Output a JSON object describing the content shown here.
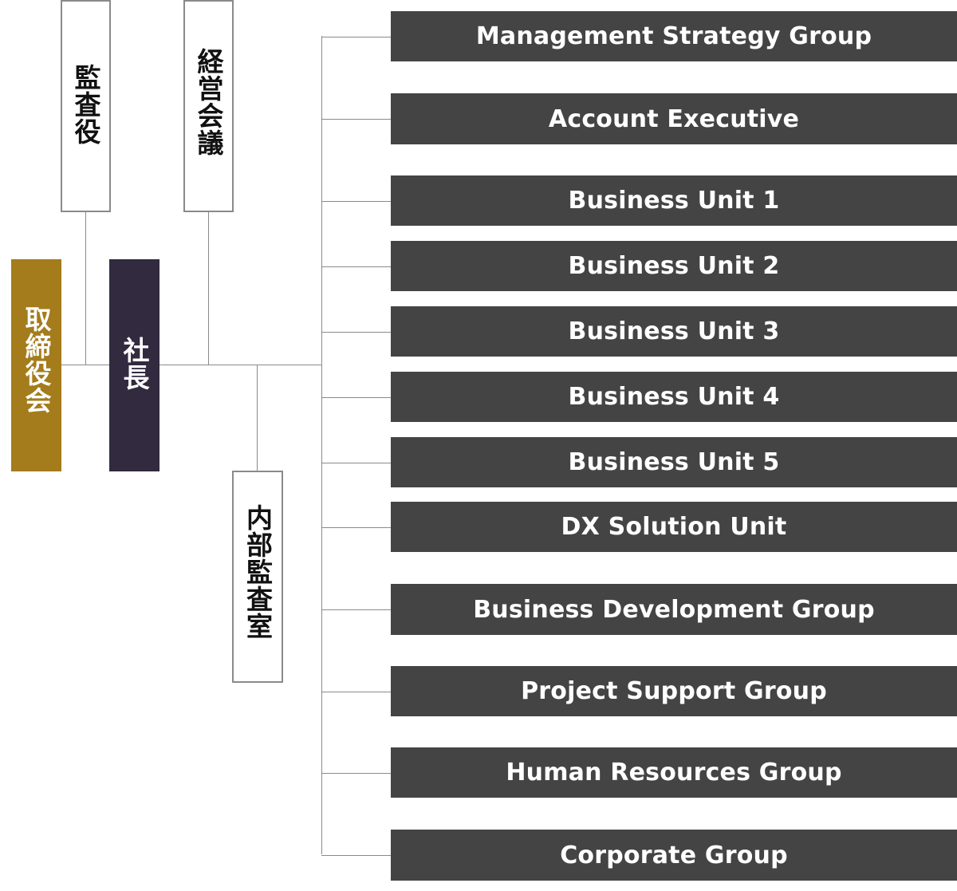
{
  "chart_data": {
    "type": "org-chart",
    "board": "取締役会",
    "president": "社長",
    "auditor": "監査役",
    "management_meeting": "経営会議",
    "internal_audit": "内部監査室",
    "units": [
      "Management Strategy Group",
      "Account Executive",
      "Business Unit 1",
      "Business Unit 2",
      "Business Unit 3",
      "Business Unit 4",
      "Business Unit 5",
      "DX Solution Unit",
      "Business Development Group",
      "Project Support Group",
      "Human Resources Group",
      "Corporate Group"
    ]
  },
  "colors": {
    "board": "#a47c1c",
    "president": "#322a3f",
    "unit": "#444444",
    "connector": "#8a8a8a"
  }
}
